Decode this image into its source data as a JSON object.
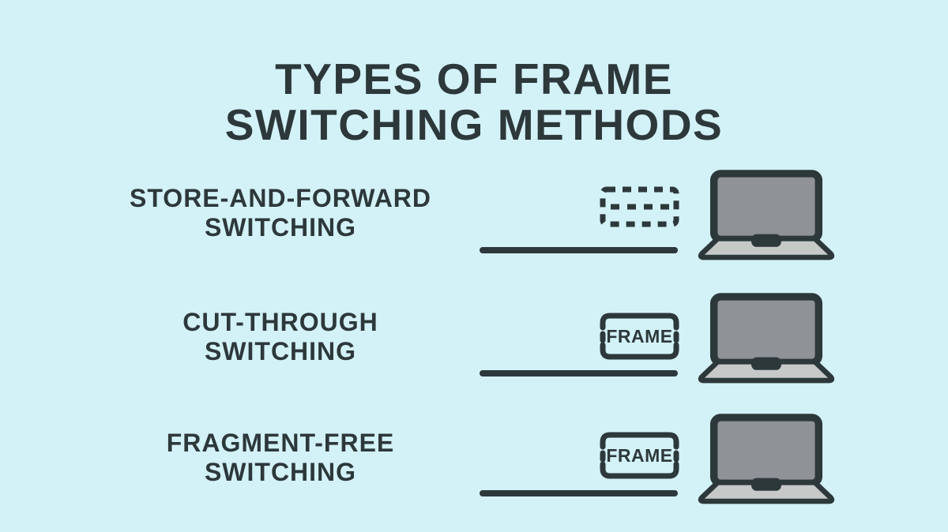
{
  "title": {
    "line1": "TYPES OF FRAME",
    "line2": "SWITCHING METHODS"
  },
  "rows": [
    {
      "id": "store-and-forward",
      "label_line1": "STORE-AND-FORWARD",
      "label_line2": "SWITCHING",
      "frame_label": "",
      "frame_icon": "empty-dashed-frame-icon",
      "device_icon": "laptop-icon",
      "link_icon": "wire-line"
    },
    {
      "id": "cut-through",
      "label_line1": "CUT-THROUGH",
      "label_line2": "SWITCHING",
      "frame_label": "FRAME",
      "frame_icon": "frame-box-icon",
      "device_icon": "laptop-icon",
      "link_icon": "wire-line"
    },
    {
      "id": "fragment-free",
      "label_line1": "FRAGMENT-FREE",
      "label_line2": "SWITCHING",
      "frame_label": "FRAME",
      "frame_icon": "frame-box-icon",
      "device_icon": "laptop-icon",
      "link_icon": "wire-line"
    }
  ],
  "colors": {
    "background": "#d3f2f7",
    "ink": "#2d383b",
    "laptop_screen": "#8f9296",
    "laptop_base": "#c6c9c8"
  }
}
